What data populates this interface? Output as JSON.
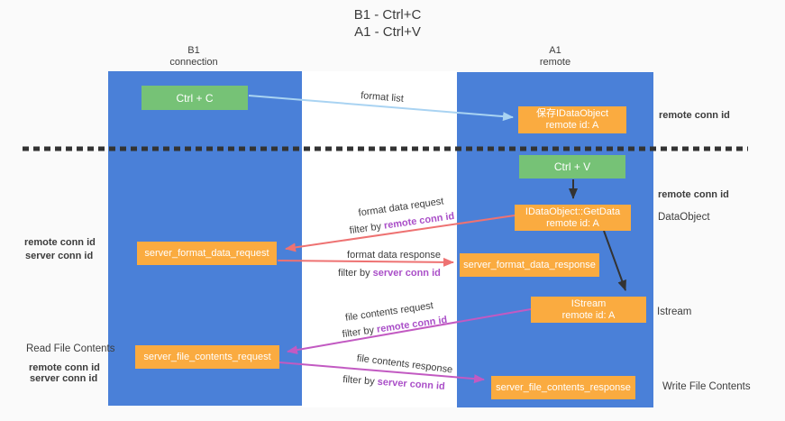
{
  "title": {
    "line1": "B1 - Ctrl+C",
    "line2": "A1 - Ctrl+V"
  },
  "lanes": {
    "left": {
      "title": "B1",
      "subtitle": "connection"
    },
    "right": {
      "title": "A1",
      "subtitle": "remote"
    }
  },
  "nodes": {
    "ctrl_c": {
      "label": "Ctrl + C"
    },
    "saved_dataobject": {
      "line1": "保存IDataObject",
      "line2": "remote id: A"
    },
    "ctrl_v": {
      "label": "Ctrl + V"
    },
    "getdata": {
      "line1": "IDataObject::GetData",
      "line2": "remote id: A"
    },
    "format_request": {
      "label": "server_format_data_request"
    },
    "format_response": {
      "label": "server_format_data_response"
    },
    "istream": {
      "line1": "IStream",
      "line2": "remote id: A"
    },
    "file_request": {
      "label": "server_file_contents_request"
    },
    "file_response": {
      "label": "server_file_contents_response"
    }
  },
  "edge_labels": {
    "format_list": "format list",
    "format_data_request": "format data request",
    "format_data_request_filter": {
      "prefix": "filter by ",
      "key": "remote conn id"
    },
    "format_data_response": "format data response",
    "format_data_response_filter": {
      "prefix": "filter by ",
      "key": "server conn id"
    },
    "file_contents_request": "file contents request",
    "file_contents_request_filter": {
      "prefix": "filter by ",
      "key": "remote conn id"
    },
    "file_contents_response": "file contents response",
    "file_contents_response_filter": {
      "prefix": "filter by ",
      "key": "server conn id"
    }
  },
  "annotations": {
    "right_top_remote_conn_id": "remote conn id",
    "right_mid_remote_conn_id": "remote conn id",
    "dataobject": "DataObject",
    "istream": "Istream",
    "write_file_contents": "Write File Contents",
    "left_remote_conn_id_1": "remote conn id",
    "left_server_conn_id_1": "server conn id",
    "read_file_contents": "Read File Contents",
    "left_remote_conn_id_2": "remote conn id",
    "left_server_conn_id_2": "server conn id"
  },
  "colors": {
    "lane_blue": "#4a80d8",
    "box_green": "#76c276",
    "box_orange": "#faab40",
    "arrow_blue": "#a9d3f2",
    "arrow_salmon": "#ee7272",
    "arrow_magenta": "#c25ac2",
    "arrow_black": "#333333",
    "text_purple": "#aa4fc8",
    "text_green": "#58bb6a",
    "text_dark": "#3c3c3c",
    "background": "#fafafa"
  }
}
